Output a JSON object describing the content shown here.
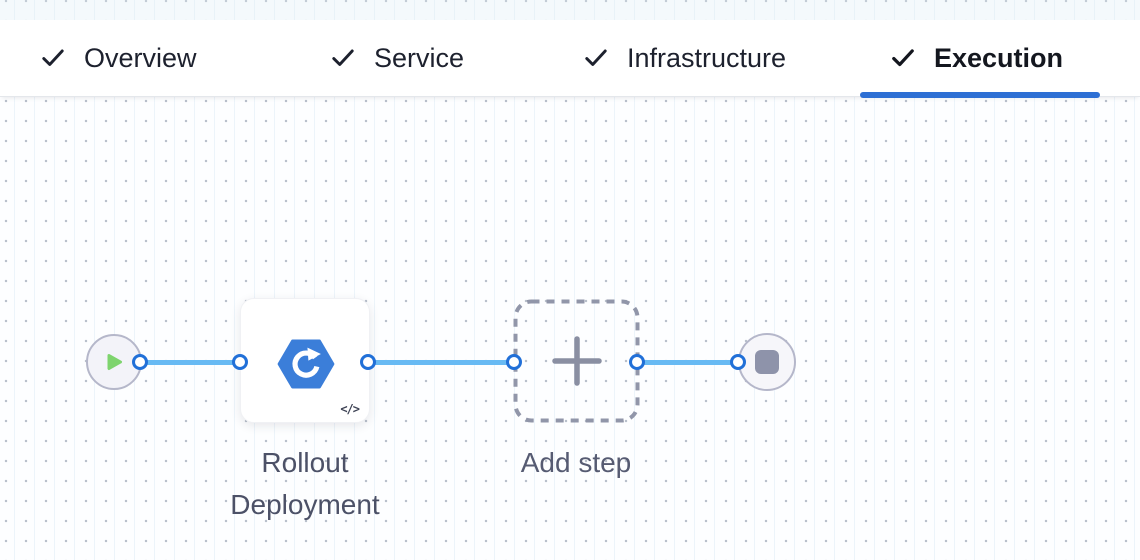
{
  "header": {
    "tabs": [
      {
        "label": "Overview",
        "checked": true,
        "active": false
      },
      {
        "label": "Service",
        "checked": true,
        "active": false
      },
      {
        "label": "Infrastructure",
        "checked": true,
        "active": false
      },
      {
        "label": "Execution",
        "checked": true,
        "active": true
      }
    ],
    "active_tab": "Execution"
  },
  "canvas": {
    "start_node": {
      "icon": "play-icon"
    },
    "steps": [
      {
        "name": "Rollout Deployment",
        "icon": "rollout-hexagon-icon",
        "code_badge": "</>"
      }
    ],
    "add_step": {
      "label": "Add step",
      "icon": "plus-icon"
    },
    "stop_node": {
      "icon": "stop-icon"
    },
    "connector_count": 3
  },
  "colors": {
    "active_tab_underline": "#2d6fd4",
    "connector_line": "#68baf3",
    "connector_port_ring": "#2170d8",
    "play_green": "#7ed46e",
    "stop_gray": "#8e93aa",
    "step_icon_blue": "#3b7ed9",
    "dashed_border": "#9196a9",
    "label_text": "#4c5167",
    "tab_text": "#1d212e",
    "grid_dot": "#b9c0cb"
  }
}
